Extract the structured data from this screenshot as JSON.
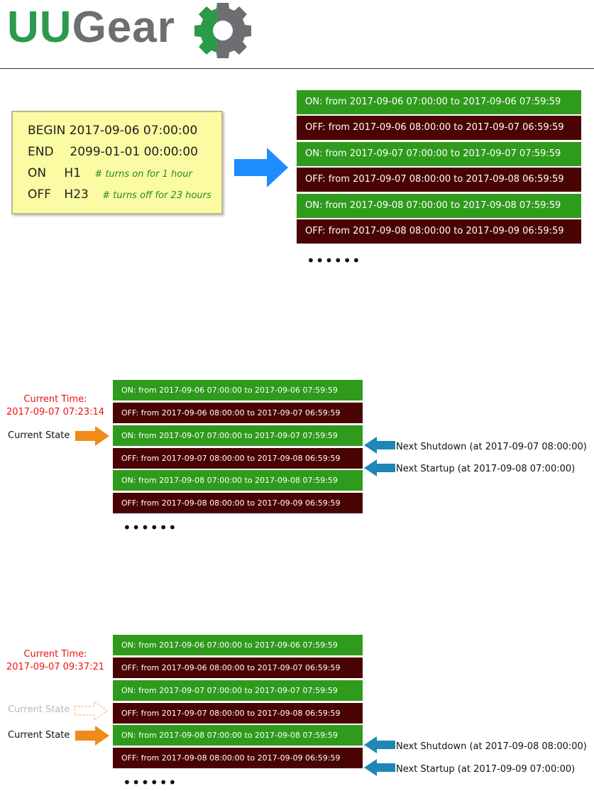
{
  "header": {
    "logo_uu": "UU",
    "logo_gear": "Gear",
    "logo_icon": "gear-icon"
  },
  "config": {
    "lines": [
      {
        "keyword": "BEGIN",
        "value": "2017-09-06 07:00:00",
        "comment": ""
      },
      {
        "keyword": "END",
        "value": "2099-01-01 00:00:00",
        "comment": ""
      },
      {
        "keyword": "ON",
        "value": "H1",
        "comment": "# turns on for 1 hour"
      },
      {
        "keyword": "OFF",
        "value": "H23",
        "comment": "# turns off for 23 hours"
      }
    ]
  },
  "schedule": [
    {
      "state": "on",
      "text": "ON:  from 2017-09-06 07:00:00 to 2017-09-06 07:59:59"
    },
    {
      "state": "off",
      "text": "OFF: from 2017-09-06 08:00:00 to 2017-09-07 06:59:59"
    },
    {
      "state": "on",
      "text": "ON:  from 2017-09-07 07:00:00 to 2017-09-07 07:59:59"
    },
    {
      "state": "off",
      "text": "OFF: from 2017-09-07 08:00:00 to 2017-09-08 06:59:59"
    },
    {
      "state": "on",
      "text": "ON:  from 2017-09-08 07:00:00 to 2017-09-08 07:59:59"
    },
    {
      "state": "off",
      "text": "OFF: from 2017-09-08 08:00:00 to 2017-09-09 06:59:59"
    }
  ],
  "ellipsis": "••••••",
  "example1": {
    "current_time_label": "Current Time:",
    "current_time_value": "2017-09-07  07:23:14",
    "current_state_label": "Current State",
    "next_shutdown": "Next Shutdown (at 2017-09-07 08:00:00)",
    "next_startup": "Next Startup (at 2017-09-08 07:00:00)"
  },
  "example2": {
    "current_time_label": "Current Time:",
    "current_time_value": "2017-09-07  09:37:21",
    "previous_state_label": "Current State",
    "current_state_label": "Current State",
    "next_shutdown": "Next Shutdown (at 2017-09-08 08:00:00)",
    "next_startup": "Next Startup (at 2017-09-09 07:00:00)"
  },
  "colors": {
    "on_row": "#2f9b1d",
    "off_row": "#4a0303",
    "logo_green": "#2c9a49",
    "logo_gray": "#6d6e71",
    "time_red": "#ee1111",
    "orange_arrow": "#f28a1a",
    "blue_arrow": "#1f86b8",
    "big_arrow": "#1e8dff"
  }
}
